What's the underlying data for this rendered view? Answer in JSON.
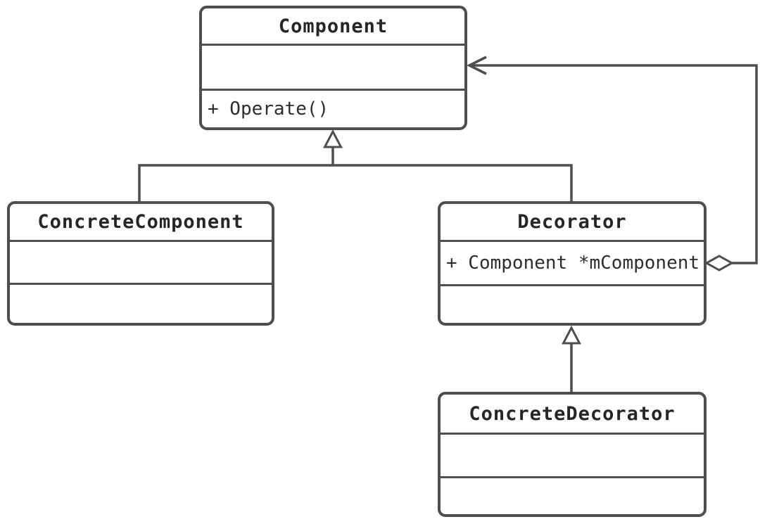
{
  "diagram": {
    "kind": "uml-class-diagram",
    "pattern": "Decorator",
    "colors": {
      "line": "#4e4e4e",
      "title_text": "#262626",
      "member_text": "#2d2d2d",
      "background": "#ffffff",
      "shape_fill": "#ffffff"
    },
    "classes": [
      {
        "name": "Component",
        "attributes": "",
        "methods": "+ Operate()"
      },
      {
        "name": "ConcreteComponent",
        "attributes": "",
        "methods": ""
      },
      {
        "name": "Decorator",
        "attributes": "+ Component *mComponent",
        "methods": ""
      },
      {
        "name": "ConcreteDecorator",
        "attributes": "",
        "methods": ""
      }
    ],
    "relationships": [
      {
        "type": "inheritance",
        "from": "ConcreteComponent",
        "to": "Component",
        "arrowhead": "hollow-triangle"
      },
      {
        "type": "inheritance",
        "from": "Decorator",
        "to": "Component",
        "arrowhead": "hollow-triangle"
      },
      {
        "type": "inheritance",
        "from": "ConcreteDecorator",
        "to": "Decorator",
        "arrowhead": "hollow-triangle"
      },
      {
        "type": "aggregation",
        "from": "Decorator",
        "to": "Component",
        "arrowhead": "open-arrow",
        "tail": "hollow-diamond"
      }
    ]
  }
}
